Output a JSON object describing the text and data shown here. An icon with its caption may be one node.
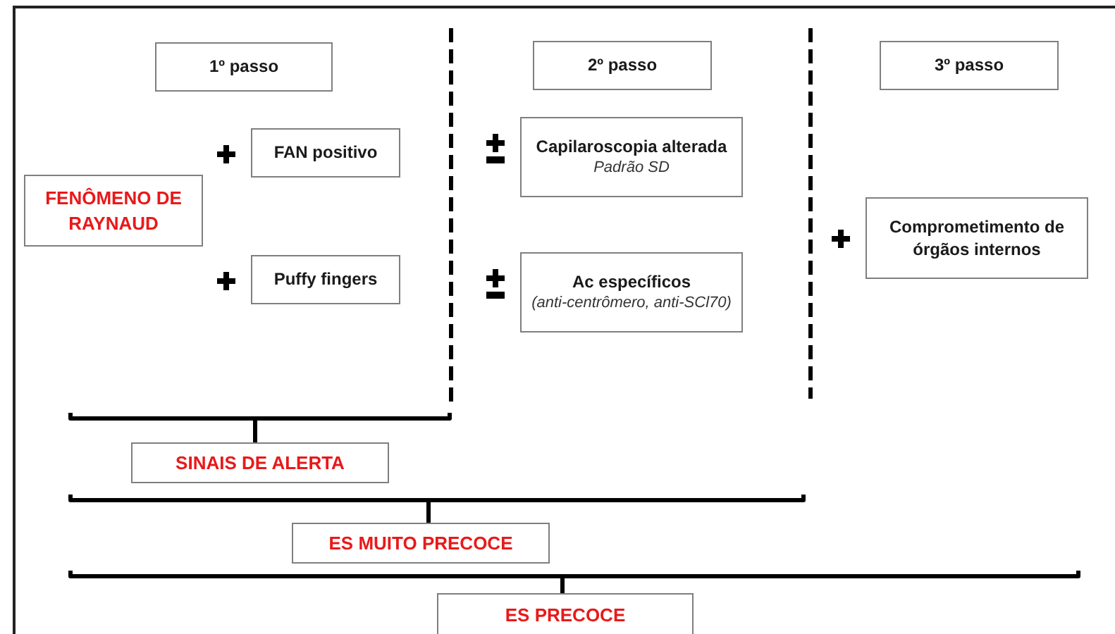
{
  "diagram": {
    "nodes": [
      {
        "text": [
          "1º passo"
        ]
      },
      {
        "text": [
          "2º passo"
        ]
      },
      {
        "text": [
          "3º passo"
        ]
      },
      {
        "text": [
          "FENÔMENO DE RAYNAUD"
        ]
      },
      {
        "text": [
          "FAN positivo"
        ]
      },
      {
        "text": [
          "Puffy fingers"
        ]
      },
      {
        "text": [
          "Capilaroscopia alterada",
          "Padrão SD"
        ]
      },
      {
        "text": [
          "Ac específicos",
          "(anti-centrômero, anti-SCl70)"
        ]
      },
      {
        "text": [
          "Comprometimento de órgãos internos"
        ]
      },
      {
        "text": [
          "SINAIS DE ALERTA"
        ]
      },
      {
        "text": [
          "ES MUITO PRECOCE"
        ]
      },
      {
        "text": [
          "ES PRECOCE"
        ]
      }
    ]
  }
}
